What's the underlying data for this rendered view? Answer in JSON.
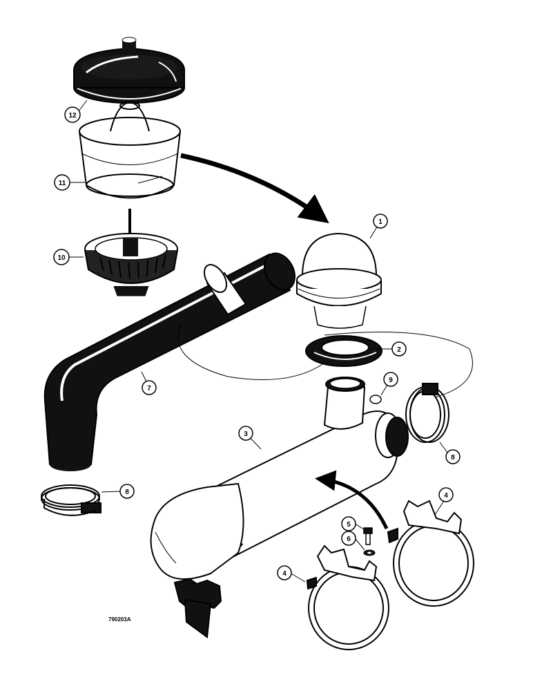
{
  "figure_ref": "790203A",
  "callouts": {
    "c1": "1",
    "c2": "2",
    "c3": "3",
    "c4a": "4",
    "c4b": "4",
    "c5": "5",
    "c6": "6",
    "c7": "7",
    "c8a": "8",
    "c8b": "8",
    "c9": "9",
    "c10": "10",
    "c11": "11",
    "c12": "12"
  }
}
